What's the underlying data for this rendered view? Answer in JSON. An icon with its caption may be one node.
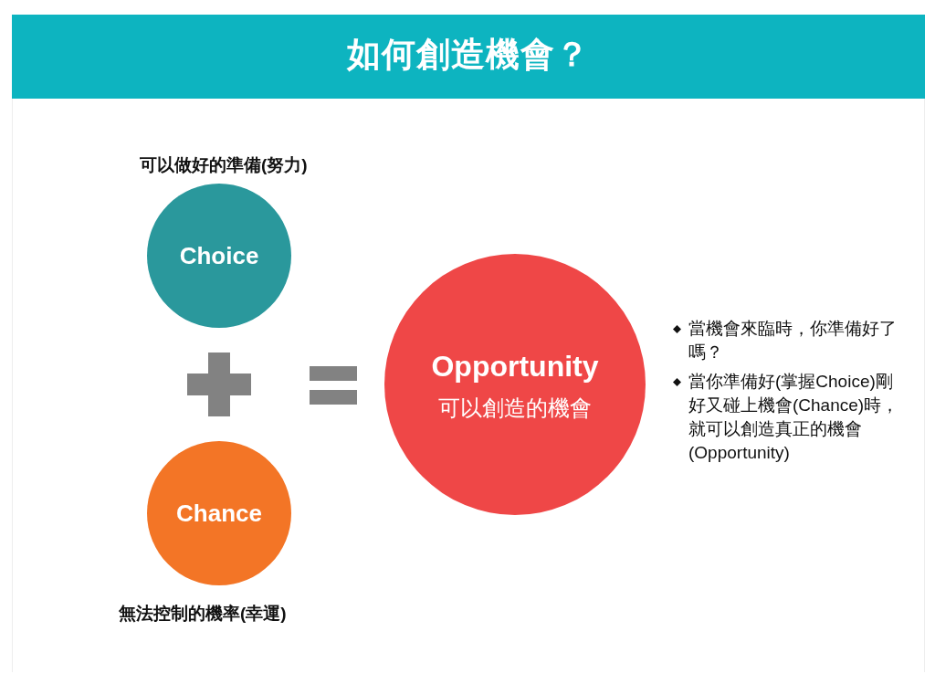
{
  "diagram": {
    "title": "如何創造機會？",
    "nodes": [
      {
        "text": [
          "Choice"
        ],
        "beside": [
          "可以做好的準備(努力)"
        ]
      },
      {
        "text": [
          "Chance"
        ],
        "beside": [
          "無法控制的機率(幸運)"
        ]
      },
      {
        "text": [
          "Opportunity",
          "可以創造的機會"
        ]
      }
    ],
    "labels": [
      "當機會來臨時，你準備好了嗎？",
      "當你準備好(掌握Choice)剛好又碰上機會(Chance)時，就可以創造真正的機會(Opportunity)"
    ]
  }
}
